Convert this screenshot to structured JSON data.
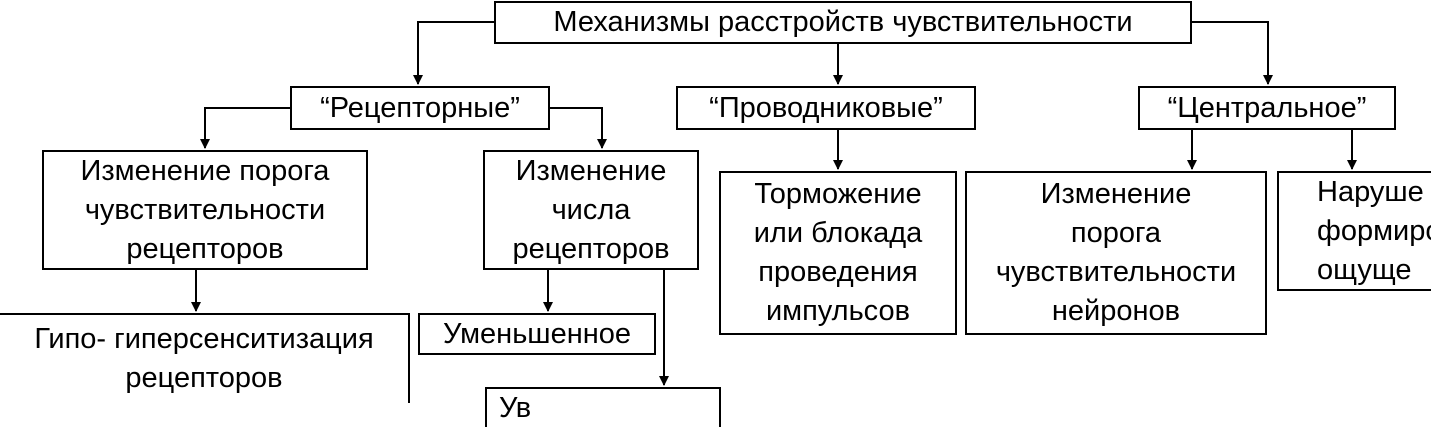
{
  "diagram": {
    "nodes": {
      "root": "Механизмы расстройств чувствительности",
      "receptor": "“Рецепторные”",
      "conductor": "“Проводниковые”",
      "central": "“Центральное”",
      "threshold_receptors": "Изменение порога\nчувствительности\nрецепторов",
      "number_receptors": "Изменение\nчисла\nрецепторов",
      "inhibition": "Торможение\nили блокада\nпроведения\nимпульсов",
      "threshold_neurons": "Изменение\nпорога\nчувствительности\nнейронов",
      "sensation_disorder": "Наруше\nформиро\nощуще",
      "hypo_hyper": "Гипо- гиперсенситизация\nрецепторов",
      "decreased": "Уменьшенное",
      "increased": "Ув"
    },
    "edges": [
      [
        "root",
        "receptor"
      ],
      [
        "root",
        "conductor"
      ],
      [
        "root",
        "central"
      ],
      [
        "receptor",
        "threshold_receptors"
      ],
      [
        "receptor",
        "number_receptors"
      ],
      [
        "conductor",
        "inhibition"
      ],
      [
        "central",
        "threshold_neurons"
      ],
      [
        "central",
        "sensation_disorder"
      ],
      [
        "threshold_receptors",
        "hypo_hyper"
      ],
      [
        "number_receptors",
        "decreased"
      ],
      [
        "number_receptors",
        "increased"
      ]
    ]
  }
}
